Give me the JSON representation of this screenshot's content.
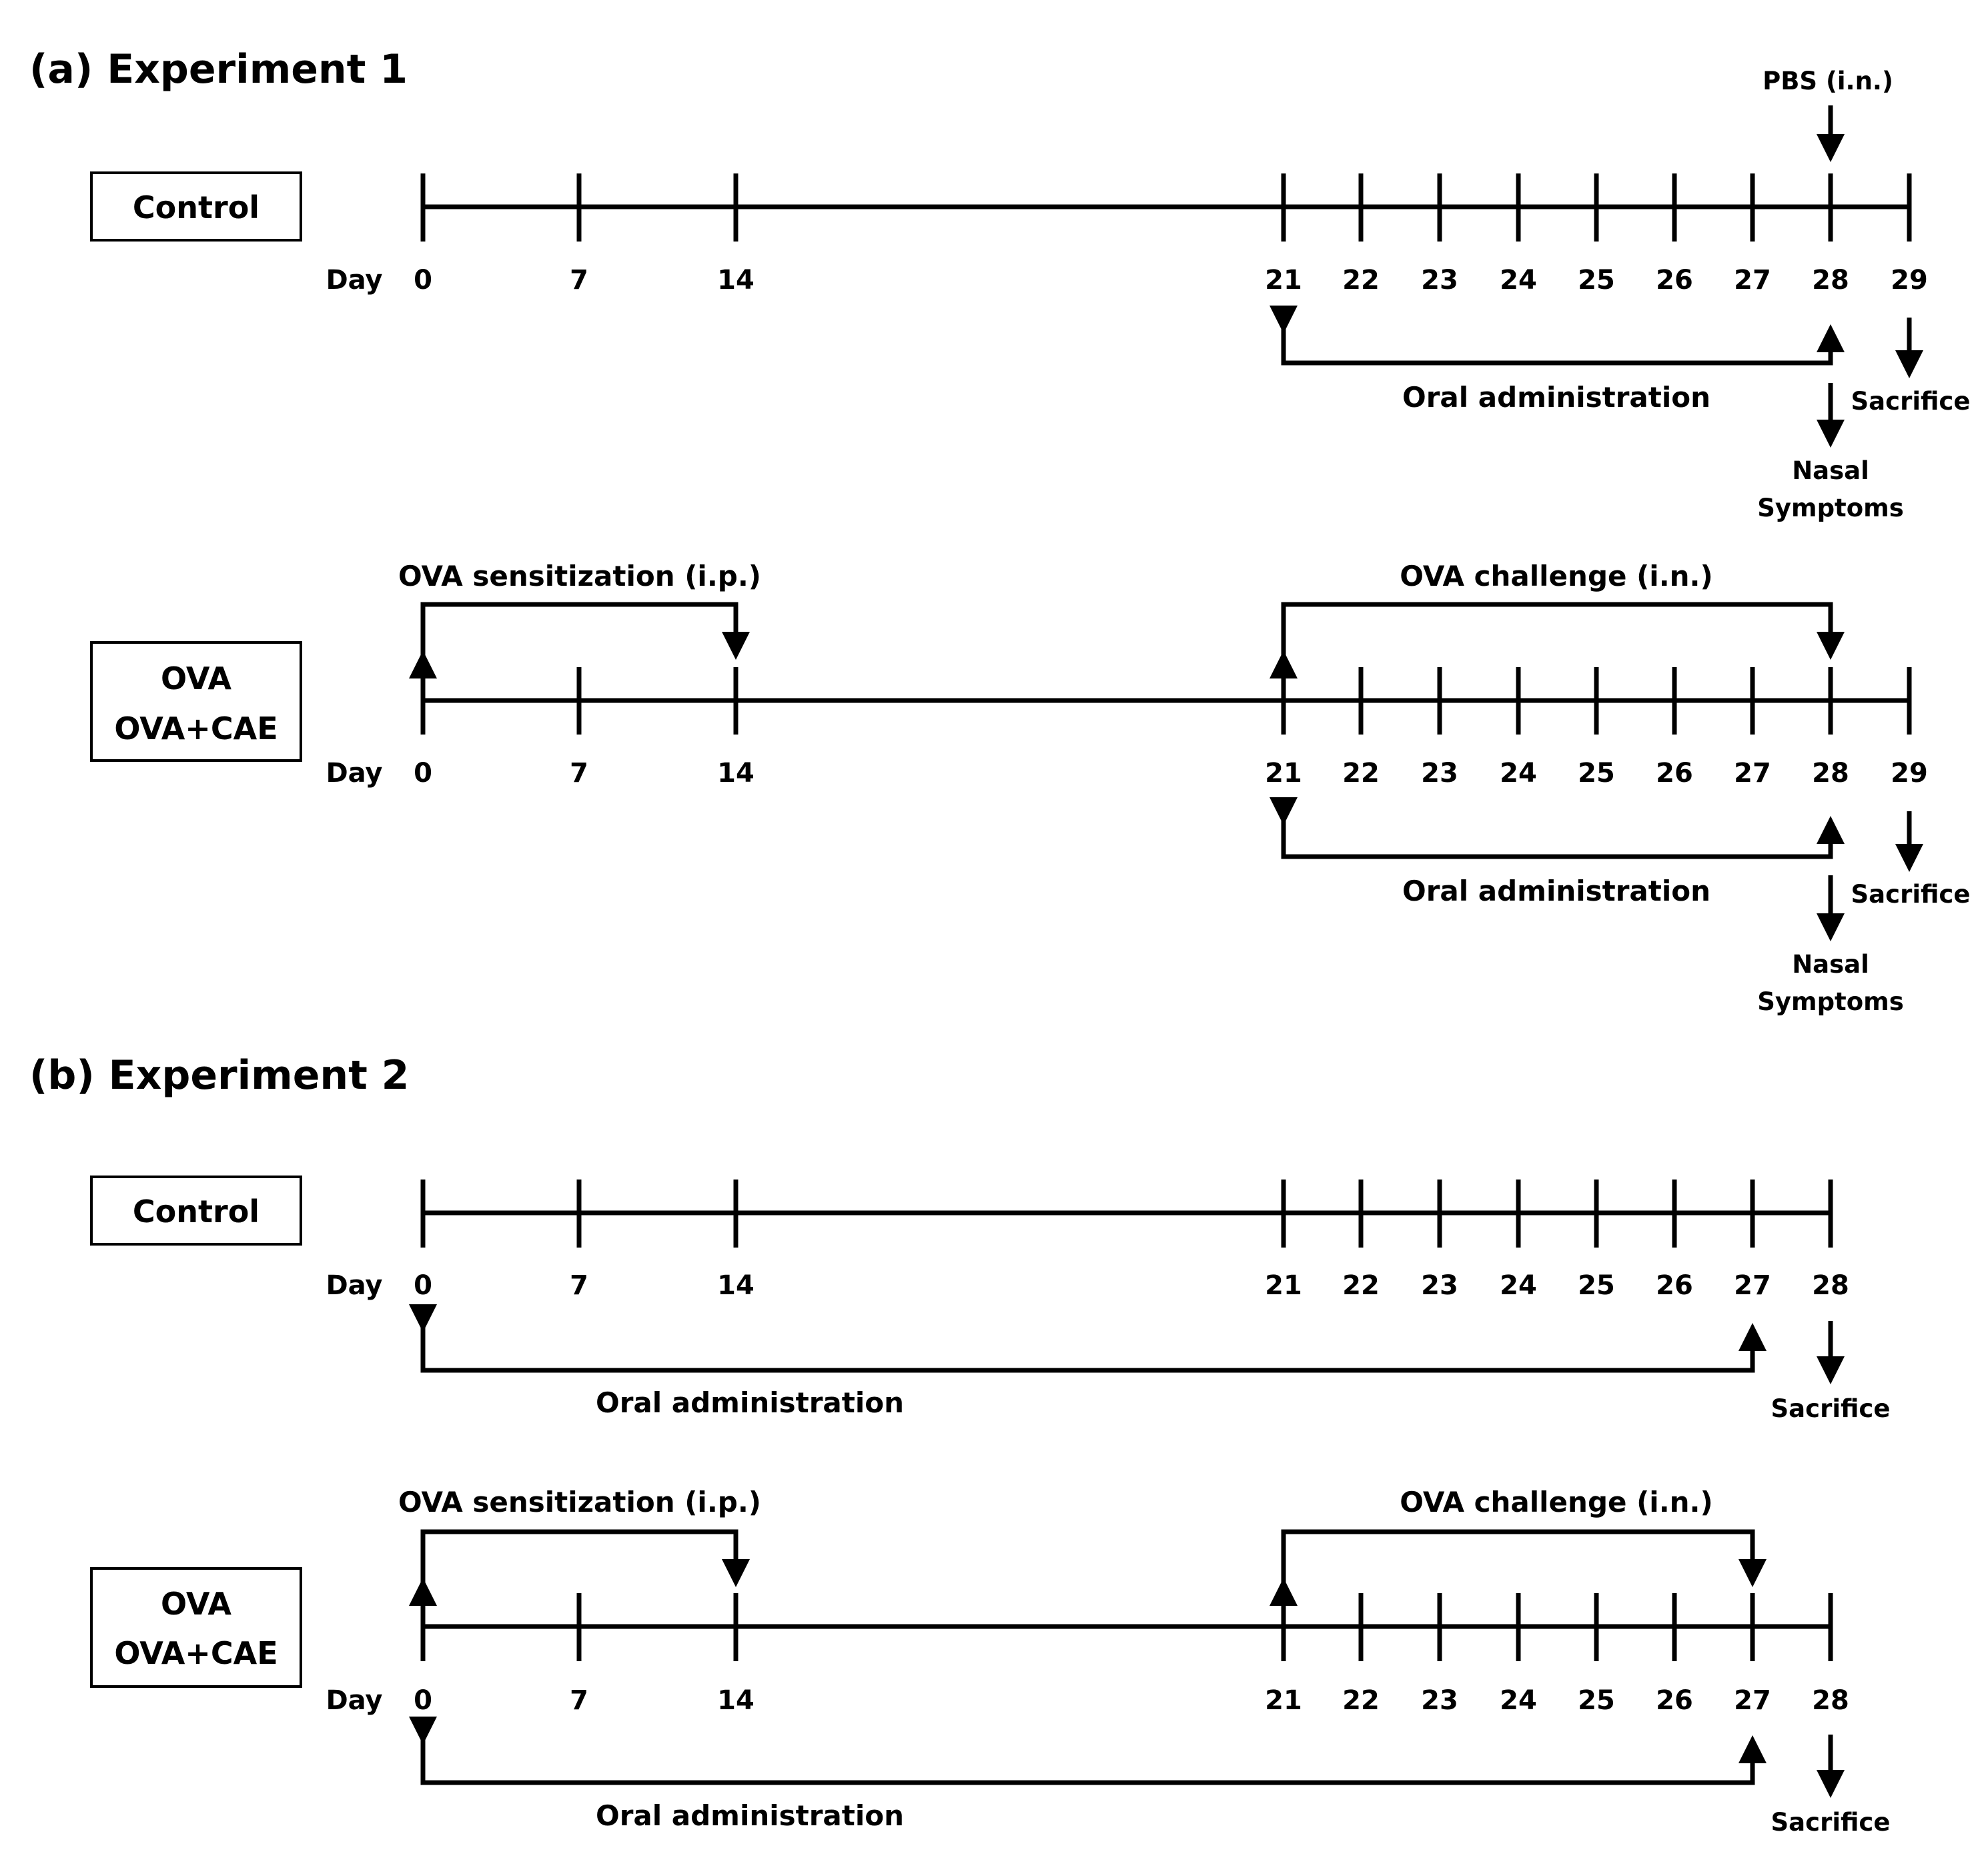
{
  "panels": [
    {
      "title": "(a) Experiment 1",
      "rows": [
        {
          "groups": [
            "Control"
          ],
          "day_label": "Day",
          "days": [
            "0",
            "7",
            "14",
            "21",
            "22",
            "23",
            "24",
            "25",
            "26",
            "27",
            "28",
            "29"
          ],
          "pbs": "PBS (i.n.)",
          "oral": "Oral administration",
          "sacrifice": "Sacrifice",
          "nasal": [
            "Nasal",
            "Symptoms"
          ]
        },
        {
          "groups": [
            "OVA",
            "OVA+CAE"
          ],
          "day_label": "Day",
          "days": [
            "0",
            "7",
            "14",
            "21",
            "22",
            "23",
            "24",
            "25",
            "26",
            "27",
            "28",
            "29"
          ],
          "sensitization": "OVA sensitization (i.p.)",
          "challenge": "OVA challenge (i.n.)",
          "oral": "Oral administration",
          "sacrifice": "Sacrifice",
          "nasal": [
            "Nasal",
            "Symptoms"
          ]
        }
      ]
    },
    {
      "title": "(b) Experiment 2",
      "rows": [
        {
          "groups": [
            "Control"
          ],
          "day_label": "Day",
          "days": [
            "0",
            "7",
            "14",
            "21",
            "22",
            "23",
            "24",
            "25",
            "26",
            "27",
            "28"
          ],
          "oral": "Oral administration",
          "sacrifice": "Sacrifice"
        },
        {
          "groups": [
            "OVA",
            "OVA+CAE"
          ],
          "day_label": "Day",
          "days": [
            "0",
            "7",
            "14",
            "21",
            "22",
            "23",
            "24",
            "25",
            "26",
            "27",
            "28"
          ],
          "sensitization": "OVA sensitization (i.p.)",
          "challenge": "OVA challenge (i.n.)",
          "oral": "Oral administration",
          "sacrifice": "Sacrifice"
        }
      ]
    }
  ],
  "colors": {
    "ink": "#000000",
    "background": "#ffffff"
  }
}
